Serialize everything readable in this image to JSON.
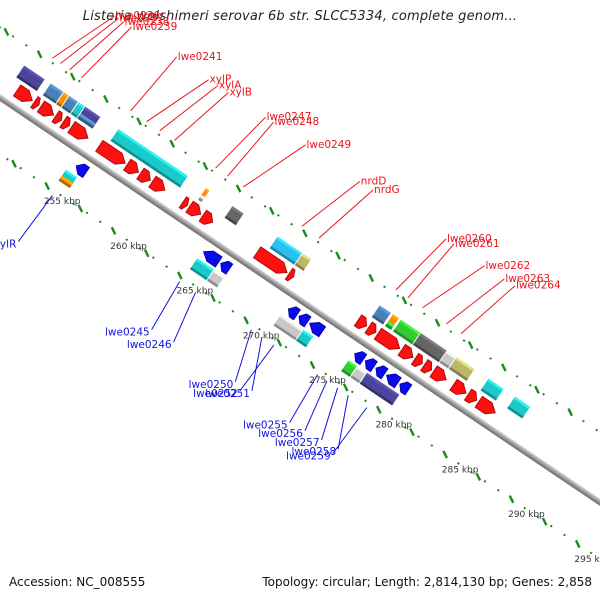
{
  "title": "Listeria welshimeri serovar 6b str. SLCC5334, complete genom...",
  "footer": {
    "accession": "Accession: NC_008555",
    "summary": "Topology: circular; Length: 2,814,130 bp; Genes: 2,858"
  },
  "colors": {
    "backbone": "#8a8a8a",
    "forward_cds": "#ff1010",
    "reverse_cds": "#0a0aee",
    "tick": "#1a8a1a",
    "label_forward": "#e8151d",
    "label_reverse": "#1212dd"
  },
  "chart_data": {
    "type": "genome-map",
    "title": "Listeria welshimeri serovar 6b str. SLCC5334, complete genom...",
    "scale_labels": [
      "255 kbp",
      "260 kbp",
      "265 kbp",
      "270 kbp",
      "275 kbp",
      "280 kbp",
      "285 kbp",
      "290 kbp",
      "295 kbp"
    ],
    "scale_kbp": [
      255,
      260,
      265,
      270,
      275,
      280,
      285,
      290,
      295
    ],
    "forward_cds": [
      {
        "start": 250.1,
        "end": 251.3
      },
      {
        "start": 251.4,
        "end": 251.8
      },
      {
        "start": 251.9,
        "end": 252.9
      },
      {
        "start": 253.0,
        "end": 253.5
      },
      {
        "start": 253.6,
        "end": 254.1
      },
      {
        "start": 254.2,
        "end": 255.5
      },
      {
        "start": 256.3,
        "end": 258.3
      },
      {
        "start": 258.4,
        "end": 259.3
      },
      {
        "start": 259.4,
        "end": 260.2
      },
      {
        "start": 260.3,
        "end": 261.3
      },
      {
        "start": 262.6,
        "end": 263.0
      },
      {
        "start": 263.1,
        "end": 264.0
      },
      {
        "start": 264.1,
        "end": 264.9
      },
      {
        "start": 268.2,
        "end": 270.5
      },
      {
        "start": 270.6,
        "end": 271.0
      },
      {
        "start": 275.8,
        "end": 276.5
      },
      {
        "start": 276.6,
        "end": 277.2
      },
      {
        "start": 277.3,
        "end": 279.0
      },
      {
        "start": 279.1,
        "end": 280.0
      },
      {
        "start": 280.1,
        "end": 280.7
      },
      {
        "start": 280.8,
        "end": 281.4
      },
      {
        "start": 281.5,
        "end": 282.5
      },
      {
        "start": 283.0,
        "end": 284.0
      },
      {
        "start": 284.1,
        "end": 284.8
      },
      {
        "start": 284.9,
        "end": 286.2
      }
    ],
    "forward_cog": [
      {
        "start": 249.6,
        "end": 251.2,
        "color": "#4b4498"
      },
      {
        "start": 251.6,
        "end": 252.6,
        "color": "#4a80b6"
      },
      {
        "start": 252.6,
        "end": 253.0,
        "color": "#ff8c00"
      },
      {
        "start": 253.0,
        "end": 253.7,
        "color": "#4a80b6"
      },
      {
        "start": 253.7,
        "end": 254.2,
        "color": "#20c8c8"
      },
      {
        "start": 254.2,
        "end": 255.4,
        "color": "#4b4498"
      },
      {
        "start": 254.2,
        "end": 255.4,
        "color": "#4a80b6",
        "inner": true
      },
      {
        "start": 256.7,
        "end": 262.0,
        "color": "#1cc9c9"
      },
      {
        "start": 263.3,
        "end": 263.6,
        "color": "#ff8c00"
      },
      {
        "start": 263.3,
        "end": 263.6,
        "color": "#c8c8c8",
        "inner": true
      },
      {
        "start": 265.3,
        "end": 266.2,
        "color": "#666666"
      },
      {
        "start": 268.7,
        "end": 270.6,
        "color": "#2dbfef"
      },
      {
        "start": 270.6,
        "end": 271.3,
        "color": "#bdb76b"
      },
      {
        "start": 276.4,
        "end": 277.3,
        "color": "#4a80b6"
      },
      {
        "start": 277.4,
        "end": 277.9,
        "color": "#ff8c00"
      },
      {
        "start": 277.4,
        "end": 277.9,
        "color": "#33cc33",
        "inner": true
      },
      {
        "start": 278.0,
        "end": 279.5,
        "color": "#33cc33"
      },
      {
        "start": 279.5,
        "end": 281.5,
        "color": "#666666"
      },
      {
        "start": 281.5,
        "end": 282.2,
        "color": "#c8c8c8"
      },
      {
        "start": 282.2,
        "end": 283.6,
        "color": "#bdb76b"
      },
      {
        "start": 284.6,
        "end": 285.8,
        "color": "#1cc9c9"
      },
      {
        "start": 286.6,
        "end": 287.8,
        "color": "#1cc9c9"
      }
    ],
    "reverse_cds": [
      {
        "start": 255.8,
        "end": 256.6
      },
      {
        "start": 265.4,
        "end": 266.6
      },
      {
        "start": 266.7,
        "end": 267.4
      },
      {
        "start": 271.8,
        "end": 272.5
      },
      {
        "start": 272.6,
        "end": 273.3
      },
      {
        "start": 273.4,
        "end": 274.4
      },
      {
        "start": 276.8,
        "end": 277.5
      },
      {
        "start": 277.6,
        "end": 278.3
      },
      {
        "start": 278.4,
        "end": 279.1
      },
      {
        "start": 279.2,
        "end": 280.1
      },
      {
        "start": 280.2,
        "end": 280.9
      }
    ],
    "reverse_cog": [
      {
        "start": 255.4,
        "end": 256.3,
        "color": "#1cc9c9"
      },
      {
        "start": 255.4,
        "end": 256.3,
        "color": "#ff8c00",
        "inner": true
      },
      {
        "start": 265.3,
        "end": 266.6,
        "color": "#1cc9c9"
      },
      {
        "start": 266.6,
        "end": 267.4,
        "color": "#c8c8c8"
      },
      {
        "start": 271.6,
        "end": 273.3,
        "color": "#c8c8c8"
      },
      {
        "start": 273.3,
        "end": 274.1,
        "color": "#1cc9c9"
      },
      {
        "start": 276.7,
        "end": 277.4,
        "color": "#33cc33"
      },
      {
        "start": 277.4,
        "end": 278.1,
        "color": "#c8c8c8"
      },
      {
        "start": 278.1,
        "end": 280.6,
        "color": "#4b4498"
      }
    ],
    "forward_labels": [
      {
        "name": "lwe0236",
        "target": 250.8
      },
      {
        "name": "lwe0237",
        "target": 251.4
      },
      {
        "name": "lwe0238",
        "target": 252.1
      },
      {
        "name": "lwe0239",
        "target": 253.0
      },
      {
        "name": "lwe0241",
        "target": 256.7
      },
      {
        "name": "xylP",
        "target": 257.9
      },
      {
        "name": "xylA",
        "target": 258.9
      },
      {
        "name": "xylB",
        "target": 260.0
      },
      {
        "name": "lwe0247",
        "target": 263.1
      },
      {
        "name": "lwe0248",
        "target": 264.0
      },
      {
        "name": "lwe0249",
        "target": 265.2
      },
      {
        "name": "nrdD",
        "target": 269.6
      },
      {
        "name": "nrdG",
        "target": 270.9
      },
      {
        "name": "lwe0260",
        "target": 276.7
      },
      {
        "name": "lwe0261",
        "target": 277.6
      },
      {
        "name": "lwe0262",
        "target": 278.7
      },
      {
        "name": "lwe0263",
        "target": 280.5
      },
      {
        "name": "lwe0264",
        "target": 281.6
      }
    ],
    "reverse_labels": [
      {
        "name": "xylR",
        "target": 255.6
      },
      {
        "name": "lwe0245",
        "target": 265.2
      },
      {
        "name": "lwe0246",
        "target": 266.4
      },
      {
        "name": "lwe0250",
        "target": 270.6
      },
      {
        "name": "lwe0251",
        "target": 271.4
      },
      {
        "name": "lwe0252",
        "target": 272.3
      },
      {
        "name": "lwe0255",
        "target": 275.6
      },
      {
        "name": "lwe0256",
        "target": 276.3
      },
      {
        "name": "lwe0257",
        "target": 277.1
      },
      {
        "name": "lwe0258",
        "target": 277.9
      },
      {
        "name": "lwe0259",
        "target": 279.3
      }
    ]
  }
}
